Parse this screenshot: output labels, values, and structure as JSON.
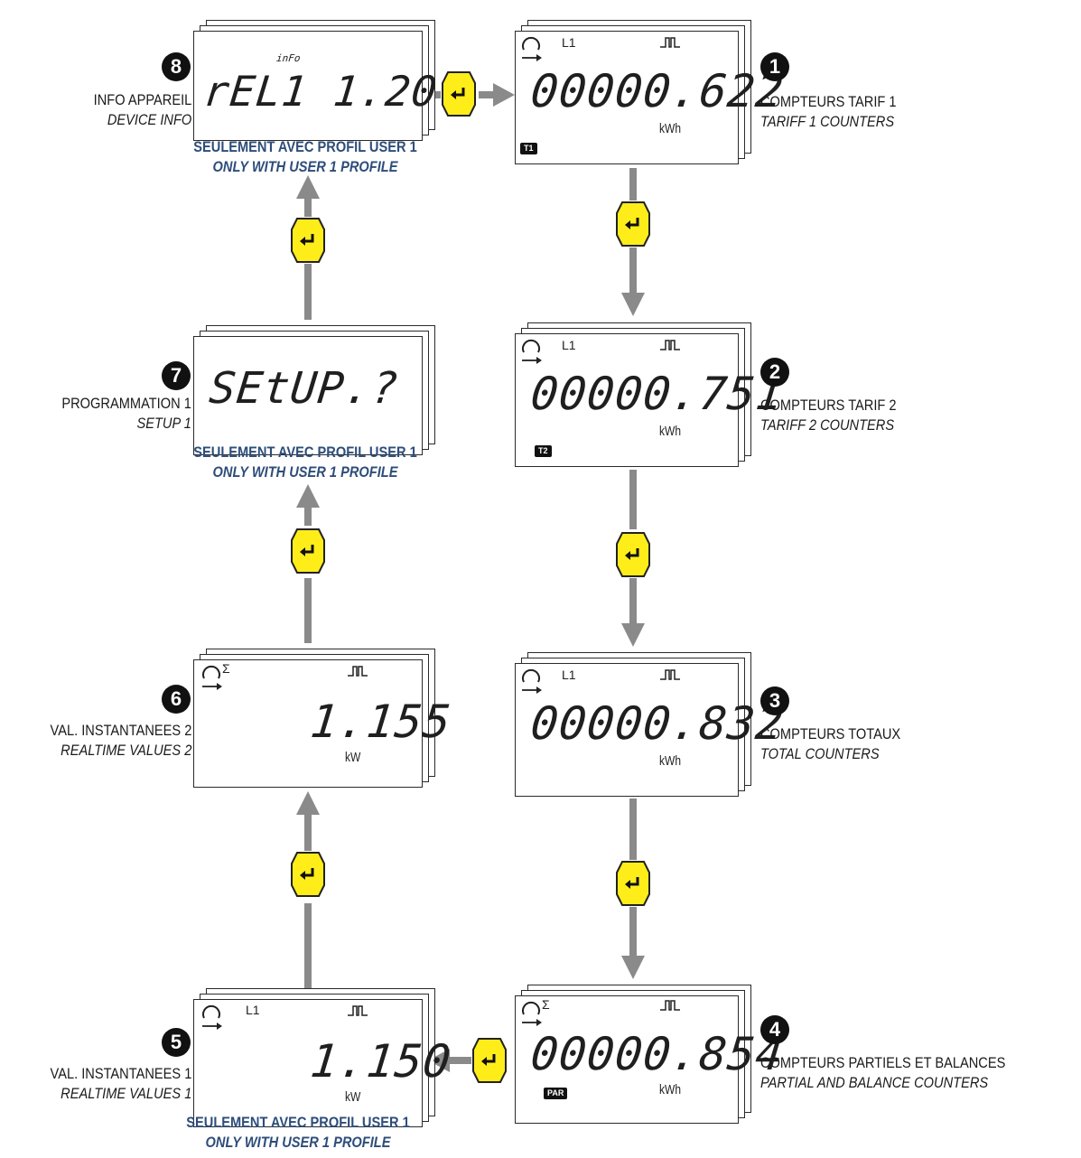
{
  "enter_button_icon": "enter-arrow-icon",
  "colors": {
    "button_fill": "#ffed1a",
    "button_stroke": "#222222",
    "arrow": "#8a8a8a",
    "note_text": "#2d4d7a"
  },
  "screens": [
    {
      "id": "1",
      "number": "1",
      "phase": "L1",
      "reading": "00000.622",
      "unit": "kWh",
      "tag": "T1",
      "label_fr": "COMPTEURS TARIF 1",
      "label_en": "TARIFF 1 COUNTERS",
      "note_fr": "",
      "note_en": ""
    },
    {
      "id": "2",
      "number": "2",
      "phase": "L1",
      "reading": "00000.751",
      "unit": "kWh",
      "tag": "T2",
      "label_fr": "COMPTEURS TARIF 2",
      "label_en": "TARIFF 2 COUNTERS",
      "note_fr": "",
      "note_en": ""
    },
    {
      "id": "3",
      "number": "3",
      "phase": "L1",
      "reading": "00000.832",
      "unit": "kWh",
      "tag": "",
      "label_fr": "COMPTEURS TOTAUX",
      "label_en": "TOTAL COUNTERS",
      "note_fr": "",
      "note_en": ""
    },
    {
      "id": "4",
      "number": "4",
      "phase": "Σ",
      "reading": "00000.854",
      "unit": "kWh",
      "tag": "PAR",
      "label_fr": "COMPTEURS PARTIELS ET BALANCES",
      "label_en": "PARTIAL AND BALANCE COUNTERS",
      "note_fr": "",
      "note_en": ""
    },
    {
      "id": "5",
      "number": "5",
      "phase": "L1",
      "reading": "1.150",
      "unit": "kW",
      "tag": "",
      "label_fr": "VAL. INSTANTANEES 1",
      "label_en": "REALTIME VALUES 1",
      "note_fr": "SEULEMENT AVEC PROFIL USER 1",
      "note_en": "ONLY WITH USER 1 PROFILE"
    },
    {
      "id": "6",
      "number": "6",
      "phase": "Σ",
      "reading": "1.155",
      "unit": "kW",
      "tag": "",
      "label_fr": "VAL. INSTANTANEES 2",
      "label_en": "REALTIME VALUES 2",
      "note_fr": "",
      "note_en": ""
    },
    {
      "id": "7",
      "number": "7",
      "phase": "",
      "reading": "SEtUP.?",
      "unit": "",
      "tag": "",
      "label_fr": "PROGRAMMATION 1",
      "label_en": "SETUP 1",
      "note_fr": "SEULEMENT AVEC PROFIL USER 1",
      "note_en": "ONLY WITH USER 1 PROFILE"
    },
    {
      "id": "8",
      "number": "8",
      "phase": "",
      "sub_reading": "inFo",
      "reading": "rEL1  1.20",
      "unit": "",
      "tag": "",
      "label_fr": "INFO APPAREIL",
      "label_en": "DEVICE INFO",
      "note_fr": "SEULEMENT AVEC PROFIL USER 1",
      "note_en": "ONLY WITH USER 1 PROFILE"
    }
  ]
}
